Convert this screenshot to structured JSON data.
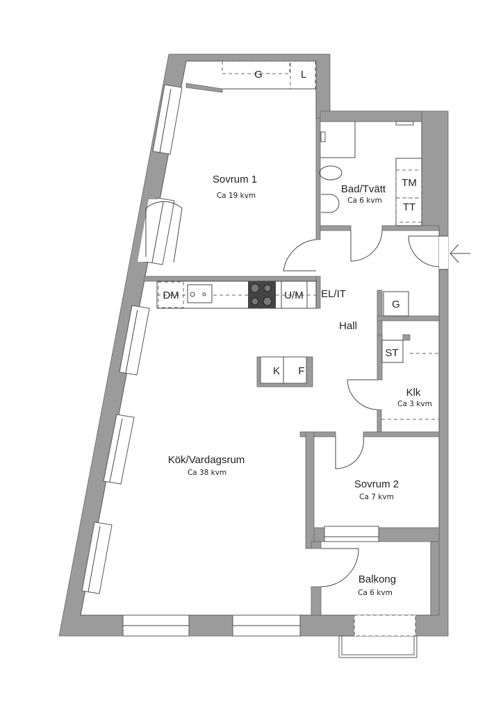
{
  "colors": {
    "wall": "#9b9b9b",
    "floor": "#ffffff",
    "line": "#444444"
  },
  "rooms": {
    "sovrum1": {
      "name": "Sovrum 1",
      "area": "Ca 19 kvm"
    },
    "bad": {
      "name": "Bad/Tvätt",
      "area": "Ca 6 kvm"
    },
    "hall": {
      "name": "Hall"
    },
    "klk": {
      "name": "Klk",
      "area": "Ca 3 kvm"
    },
    "kok": {
      "name": "Kök/Vardagsrum",
      "area": "Ca 38 kvm"
    },
    "sovrum2": {
      "name": "Sovrum 2",
      "area": "Ca 7 kvm"
    },
    "balkong": {
      "name": "Balkong",
      "area": "Ca 6 kvm"
    }
  },
  "fixtures": {
    "wardrobe_g1": "G",
    "linen_l": "L",
    "tm": "TM",
    "tt": "TT",
    "dm": "DM",
    "um": "U/M",
    "elit": "EL/IT",
    "wardrobe_g2": "G",
    "k": "K",
    "f": "F",
    "st": "ST"
  },
  "icons": {
    "entrance": "arrow-left-icon"
  }
}
